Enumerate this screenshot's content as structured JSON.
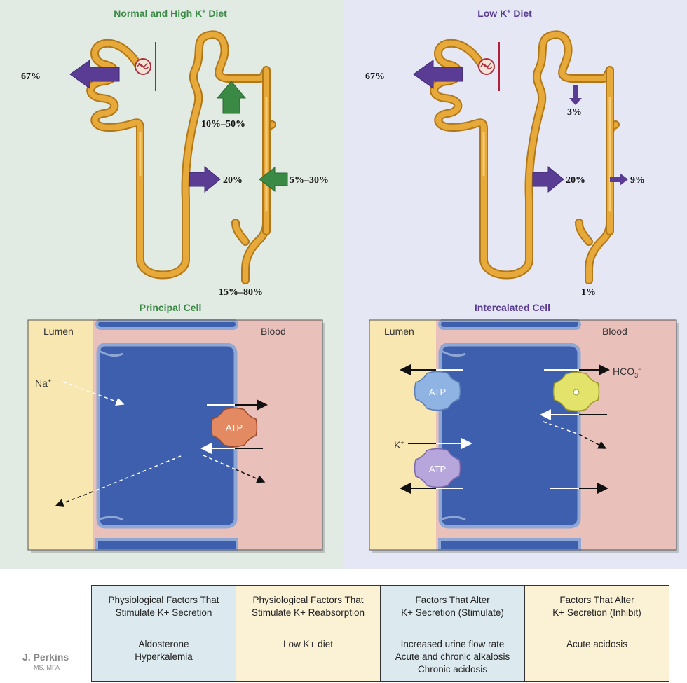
{
  "titles": {
    "left_diet": "Normal and High K",
    "left_diet_suffix": " Diet",
    "right_diet": "Low K",
    "right_diet_suffix": " Diet",
    "principal_cell": "Principal Cell",
    "intercalated_cell": "Intercalated Cell",
    "plus": "+"
  },
  "left_nephron": {
    "pct_proximal": "67%",
    "pct_distal": "10%–50%",
    "pct_loop": "20%",
    "pct_collecting": "5%–30%",
    "pct_urine": "15%–80%"
  },
  "right_nephron": {
    "pct_proximal": "67%",
    "pct_distal": "3%",
    "pct_loop": "20%",
    "pct_collecting": "9%",
    "pct_urine": "1%"
  },
  "principal": {
    "lumen": "Lumen",
    "blood": "Blood",
    "na": "Na",
    "atp": "ATP"
  },
  "intercalated": {
    "lumen": "Lumen",
    "blood": "Blood",
    "k": "K",
    "atp1": "ATP",
    "atp2": "ATP",
    "hco3": "HCO",
    "hco3_sub": "3",
    "hco3_sup": "−"
  },
  "table": {
    "headers": [
      [
        "Physiological Factors That",
        "Stimulate K+ Secretion"
      ],
      [
        "Physiological Factors That",
        "Stimulate K+ Reabsorption"
      ],
      [
        "Factors That Alter",
        "K+ Secretion (Stimulate)"
      ],
      [
        "Factors That Alter",
        "K+ Secretion (Inhibit)"
      ]
    ],
    "rows": [
      [
        "Aldosterone",
        "Hyperkalemia"
      ],
      [
        "Low K+ diet"
      ],
      [
        "Increased urine flow rate",
        "Acute and chronic alkalosis",
        "Chronic acidosis"
      ],
      [
        "Acute acidosis"
      ]
    ]
  },
  "signature": {
    "name": "J. Perkins",
    "credentials": "MS, MFA"
  },
  "colors": {
    "green": "#3a8a45",
    "purple": "#5a3c94",
    "tubule": "#e2a63a",
    "cell_blue": "#3d5fad"
  }
}
